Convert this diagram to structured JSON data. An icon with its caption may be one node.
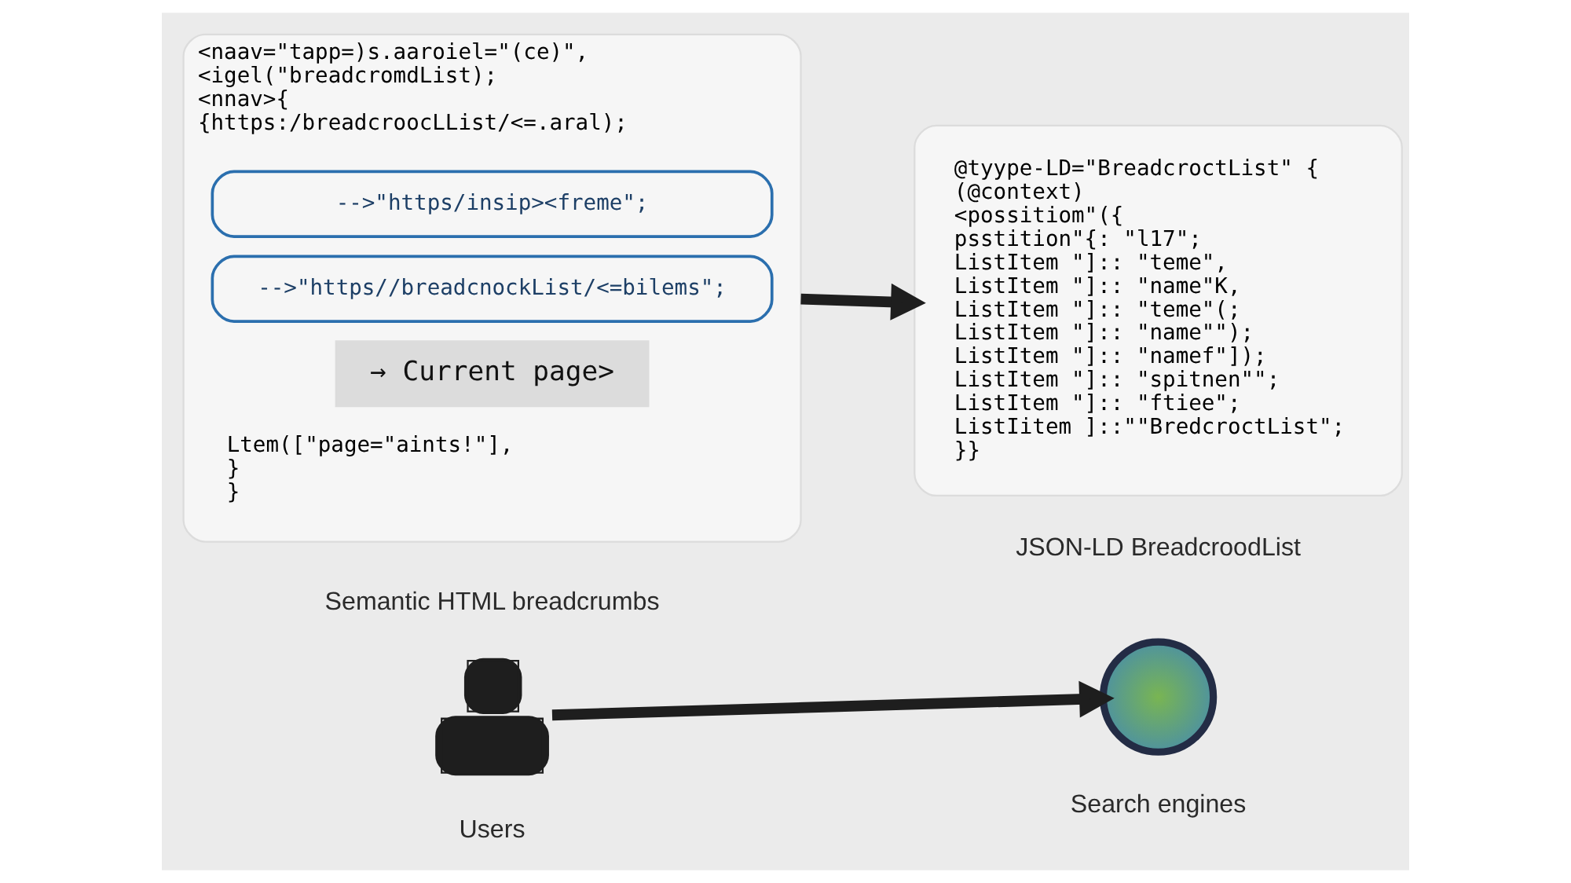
{
  "diagram": {
    "nodes": [
      {
        "text": [
          "<naav=\"tapp=)s.aaroiel=\"(ce)\",",
          "<igel(\"breadcromdList);",
          "<nnav>{",
          "{https:/breadcroocLList/<=.aral);",
          "Ltem([\"page=\"aints!\"],",
          "}",
          "}"
        ],
        "beside": [
          "Semantic HTML breadcrumbs"
        ]
      },
      {
        "text": [
          "-->\"https/insip><freme\";"
        ],
        "in": 0
      },
      {
        "text": [
          "-->\"https//breadcnockList/<=bilems\";"
        ],
        "in": 0
      },
      {
        "text": [
          "→ Current page>"
        ],
        "in": 0
      },
      {
        "text": [
          "@tyype-LD=\"BreadcroctList\" {",
          "(@context)",
          "<possitiom\"({",
          "psstition\"{: \"l17\";",
          "ListItem \"]:: \"teme\",",
          "ListItem \"]:: \"name\"K,",
          "ListItem \"]:: \"teme\"(;",
          "ListItem \"]:: \"name\"\");",
          "ListItem \"]:: \"namef\"]);",
          "ListItem \"]:: \"spitnen\"\";",
          "ListItem \"]:: \"ftiee\";",
          "ListIitem ]::\"\"BredcroctList\";",
          "}}"
        ],
        "beside": [
          "JSON-LD BreadcroodList"
        ]
      },
      {
        "text": [],
        "shape": "person",
        "beside": [
          "Users"
        ]
      },
      {
        "text": [],
        "shape": "picture",
        "beside": [
          "Search engines"
        ]
      }
    ],
    "edges": [
      {
        "from": 0,
        "to": 4,
        "arrow": "to"
      },
      {
        "from": 5,
        "to": 6,
        "arrow": "to"
      }
    ]
  }
}
